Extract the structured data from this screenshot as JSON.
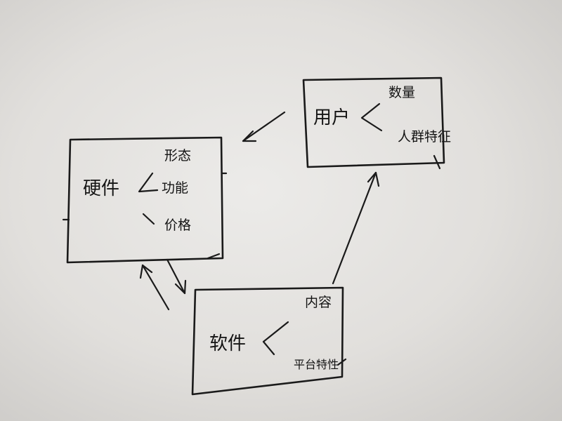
{
  "diagram": {
    "hardware": {
      "label": "硬件",
      "attributes": [
        "形态",
        "功能",
        "价格"
      ]
    },
    "software": {
      "label": "软件",
      "attributes": [
        "内容",
        "平台特性"
      ]
    },
    "users": {
      "label": "用户",
      "attributes": [
        "数量",
        "人群特征"
      ]
    }
  },
  "colors": {
    "ink": "#1a1a1a",
    "paper": "#e6e4e1"
  }
}
